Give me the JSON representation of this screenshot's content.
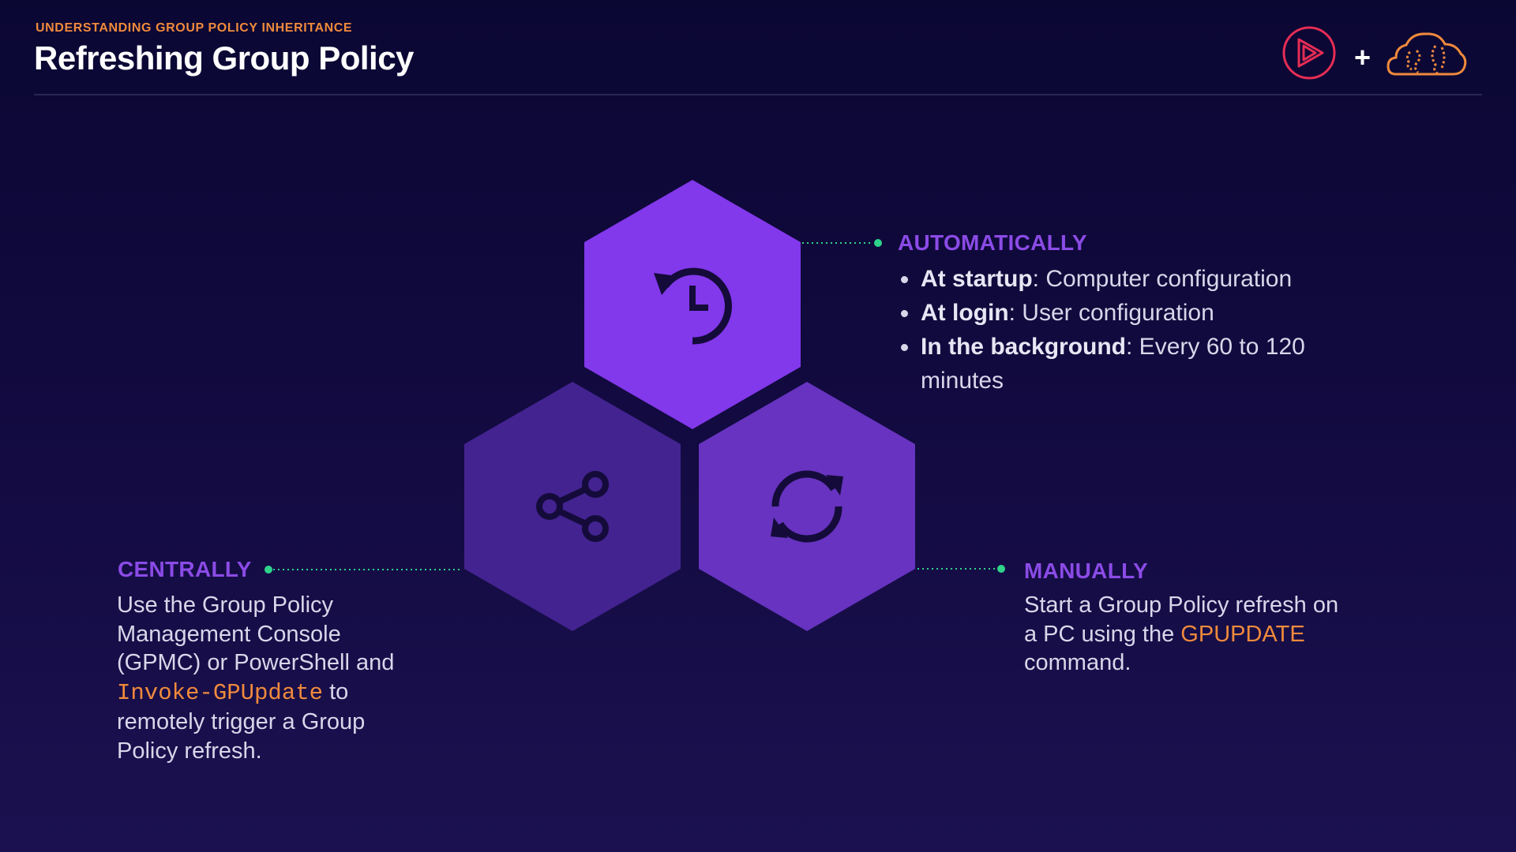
{
  "header": {
    "eyebrow": "UNDERSTANDING GROUP POLICY INHERITANCE",
    "title": "Refreshing Group Policy",
    "plus": "+"
  },
  "colors": {
    "background": "#0b0733",
    "accent_orange": "#f08a3c",
    "heading_purple": "#8b4be6",
    "hex_top": "#8238eb",
    "hex_left": "#432390",
    "hex_right": "#6733c0",
    "connector_green": "#2fd38a",
    "brand_red": "#e62d55"
  },
  "diagram": {
    "hexagons": [
      {
        "name": "automatic",
        "icon": "history-icon"
      },
      {
        "name": "central",
        "icon": "share-icon"
      },
      {
        "name": "manual",
        "icon": "refresh-icon"
      }
    ]
  },
  "automatically": {
    "heading": "AUTOMATICALLY",
    "items": [
      {
        "bold": "At startup",
        "rest": ": Computer configuration"
      },
      {
        "bold": "At login",
        "rest": ": User configuration"
      },
      {
        "bold": "In the background",
        "rest": ": Every 60 to 120 minutes"
      }
    ]
  },
  "centrally": {
    "heading": "CENTRALLY",
    "text_before": "Use the Group Policy Management Console (GPMC) or PowerShell and ",
    "code": "Invoke-GPUpdate",
    "text_after": " to remotely trigger a Group Policy refresh."
  },
  "manually": {
    "heading": "MANUALLY",
    "text_before": "Start a Group Policy refresh on a PC using the ",
    "code": "GPUPDATE",
    "text_after": " command."
  },
  "logos": {
    "left": "play-logo-icon",
    "right": "cloud-brain-logo-icon"
  }
}
